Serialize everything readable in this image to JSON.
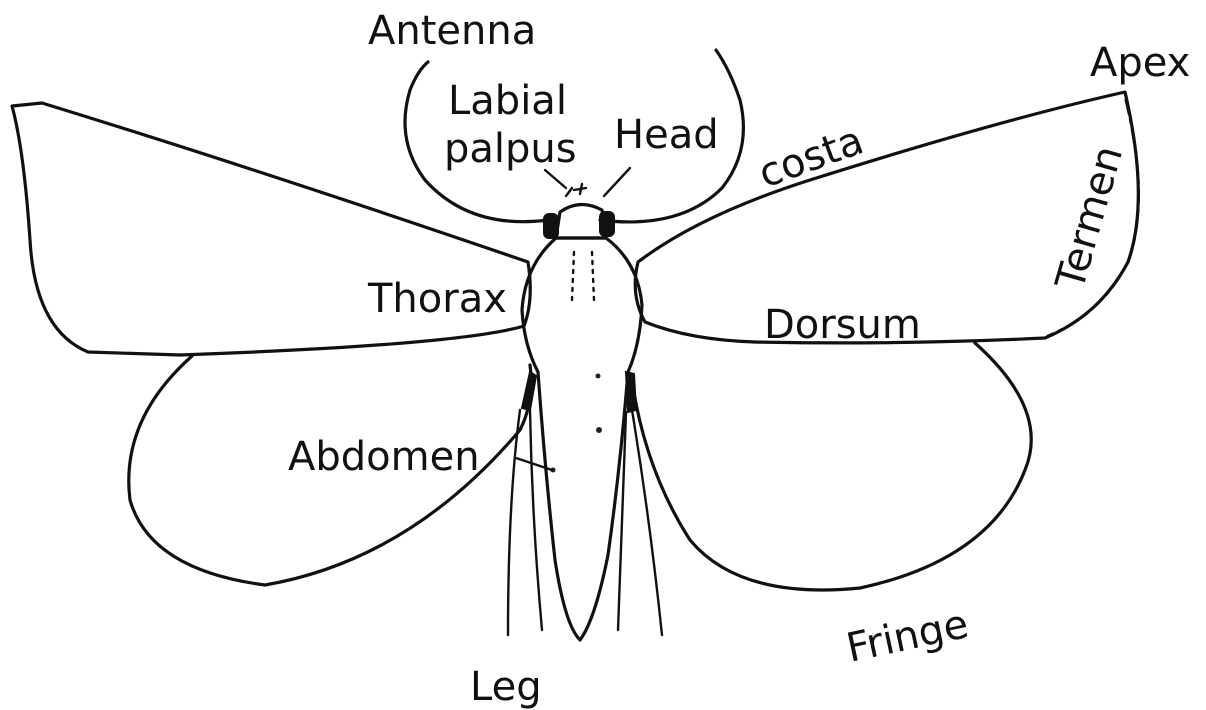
{
  "labels": {
    "antenna": "Antenna",
    "labial_palpus_line1": "Labial",
    "labial_palpus_line2": "palpus",
    "head": "Head",
    "costa": "costa",
    "apex": "Apex",
    "termen": "Termen",
    "thorax": "Thorax",
    "dorsum": "Dorsum",
    "abdomen": "Abdomen",
    "fringe": "Fringe",
    "leg": "Leg"
  }
}
